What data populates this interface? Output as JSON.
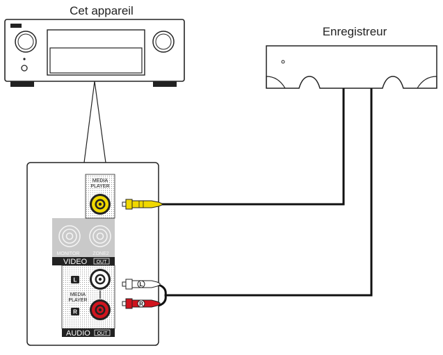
{
  "devices": {
    "this_unit": {
      "label": "Cet appareil"
    },
    "recorder": {
      "label": "Enregistreur"
    }
  },
  "panel": {
    "video_jack_label_line1": "MEDIA",
    "video_jack_label_line2": "PLAYER",
    "monitor_label": "MONITOR",
    "zone2_label": "ZONE2",
    "video_label": "VIDEO",
    "video_out_tag": "OUT",
    "audio_left_marker": "L",
    "audio_right_marker": "R",
    "audio_jack_label_line1": "MEDIA",
    "audio_jack_label_line2": "PLAYER",
    "audio_label": "AUDIO",
    "audio_out_tag": "OUT"
  },
  "plugs": {
    "left_marker": "L",
    "right_marker": "R"
  },
  "colors": {
    "video_connector": "#f0d800",
    "audio_right_connector": "#d0141e",
    "audio_left_connector": "#ffffff",
    "panel_bar": "#222222",
    "cable": "#111111"
  }
}
